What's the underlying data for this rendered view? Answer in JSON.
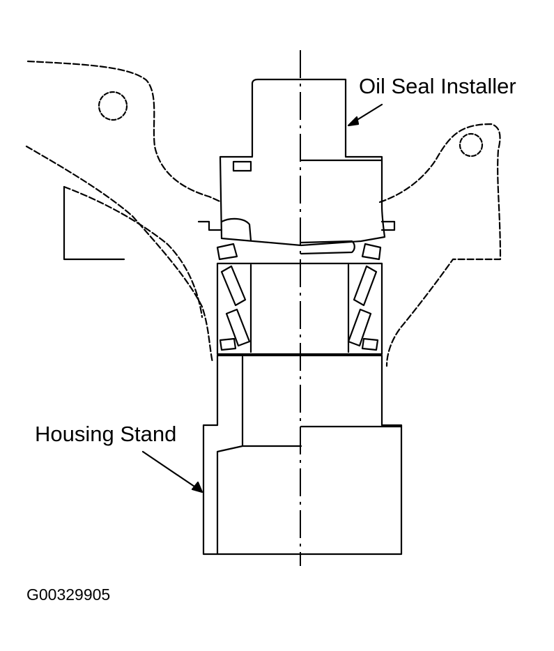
{
  "labels": {
    "oil_seal_installer": "Oil Seal Installer",
    "housing_stand": "Housing Stand"
  },
  "figure_code": "G00329905",
  "colors": {
    "ink": "#000000",
    "paper": "#ffffff"
  }
}
